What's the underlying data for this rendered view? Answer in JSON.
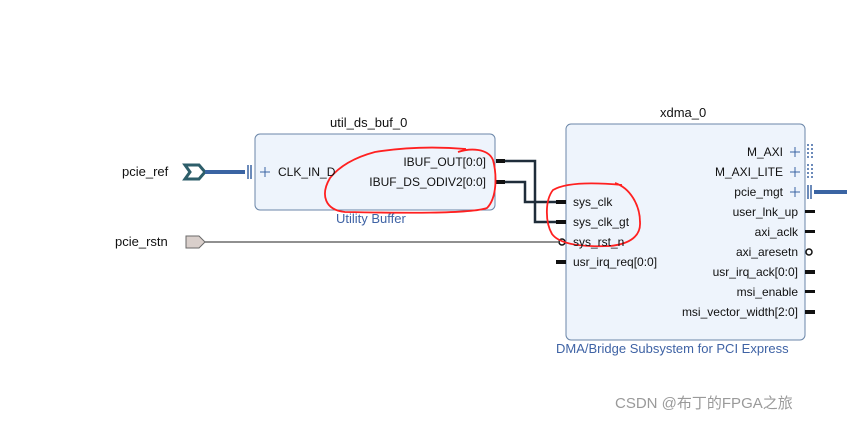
{
  "external_ports": {
    "pcie_ref": "pcie_ref",
    "pcie_rstn": "pcie_rstn"
  },
  "util_ds_buf": {
    "instance_name": "util_ds_buf_0",
    "subtitle": "Utility Buffer",
    "inputs": [
      "CLK_IN_D"
    ],
    "outputs": [
      "IBUF_OUT[0:0]",
      "IBUF_DS_ODIV2[0:0]"
    ]
  },
  "xdma": {
    "instance_name": "xdma_0",
    "subtitle": "DMA/Bridge Subsystem for PCI Express",
    "inputs": [
      "sys_clk",
      "sys_clk_gt",
      "sys_rst_n",
      "usr_irq_req[0:0]"
    ],
    "outputs": [
      "M_AXI",
      "M_AXI_LITE",
      "pcie_mgt",
      "user_lnk_up",
      "axi_aclk",
      "axi_aresetn",
      "usr_irq_ack[0:0]",
      "msi_enable",
      "msi_vector_width[2:0]"
    ]
  },
  "watermark": "CSDN @布丁的FPGA之旅",
  "colors": {
    "block_fill": "#eef4fc",
    "block_border": "#6b86a8",
    "bus_blue": "#3a64a3",
    "wire_dark": "#1f2d3a",
    "annotation_red": "#ff2020",
    "port_teal": "#2d5e6a",
    "port_gray": "#d9cfcb"
  }
}
